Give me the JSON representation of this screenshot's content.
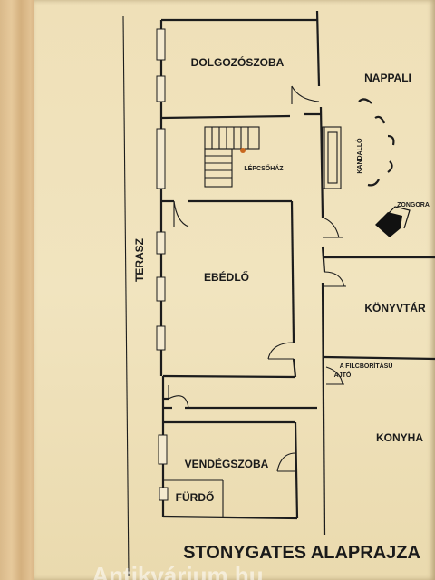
{
  "rooms": {
    "dolgozoszoba": "DOLGOZÓSZOBA",
    "nappali": "NAPPALI",
    "lepcsohaz": "LÉPCSŐHÁZ",
    "kandallo": "KANDALLÓ",
    "zongora": "ZONGORA",
    "terasz": "TERASZ",
    "ebedlo": "EBÉDLŐ",
    "konyvtar": "KÖNYVTÁR",
    "filcboritasu_1": "A FILCBORÍTÁSÚ",
    "filcboritasu_2": "AJTÓ",
    "konyha": "KONYHA",
    "vendegszoba": "VENDÉGSZOBA",
    "furdo": "FÜRDŐ"
  },
  "title": "STONYGATES ALAPRAJZA",
  "watermark": "Antikvárium.hu",
  "colors": {
    "paper": "#efe0b8",
    "ink": "#1c1c1c",
    "wood": "#d9b98a"
  }
}
